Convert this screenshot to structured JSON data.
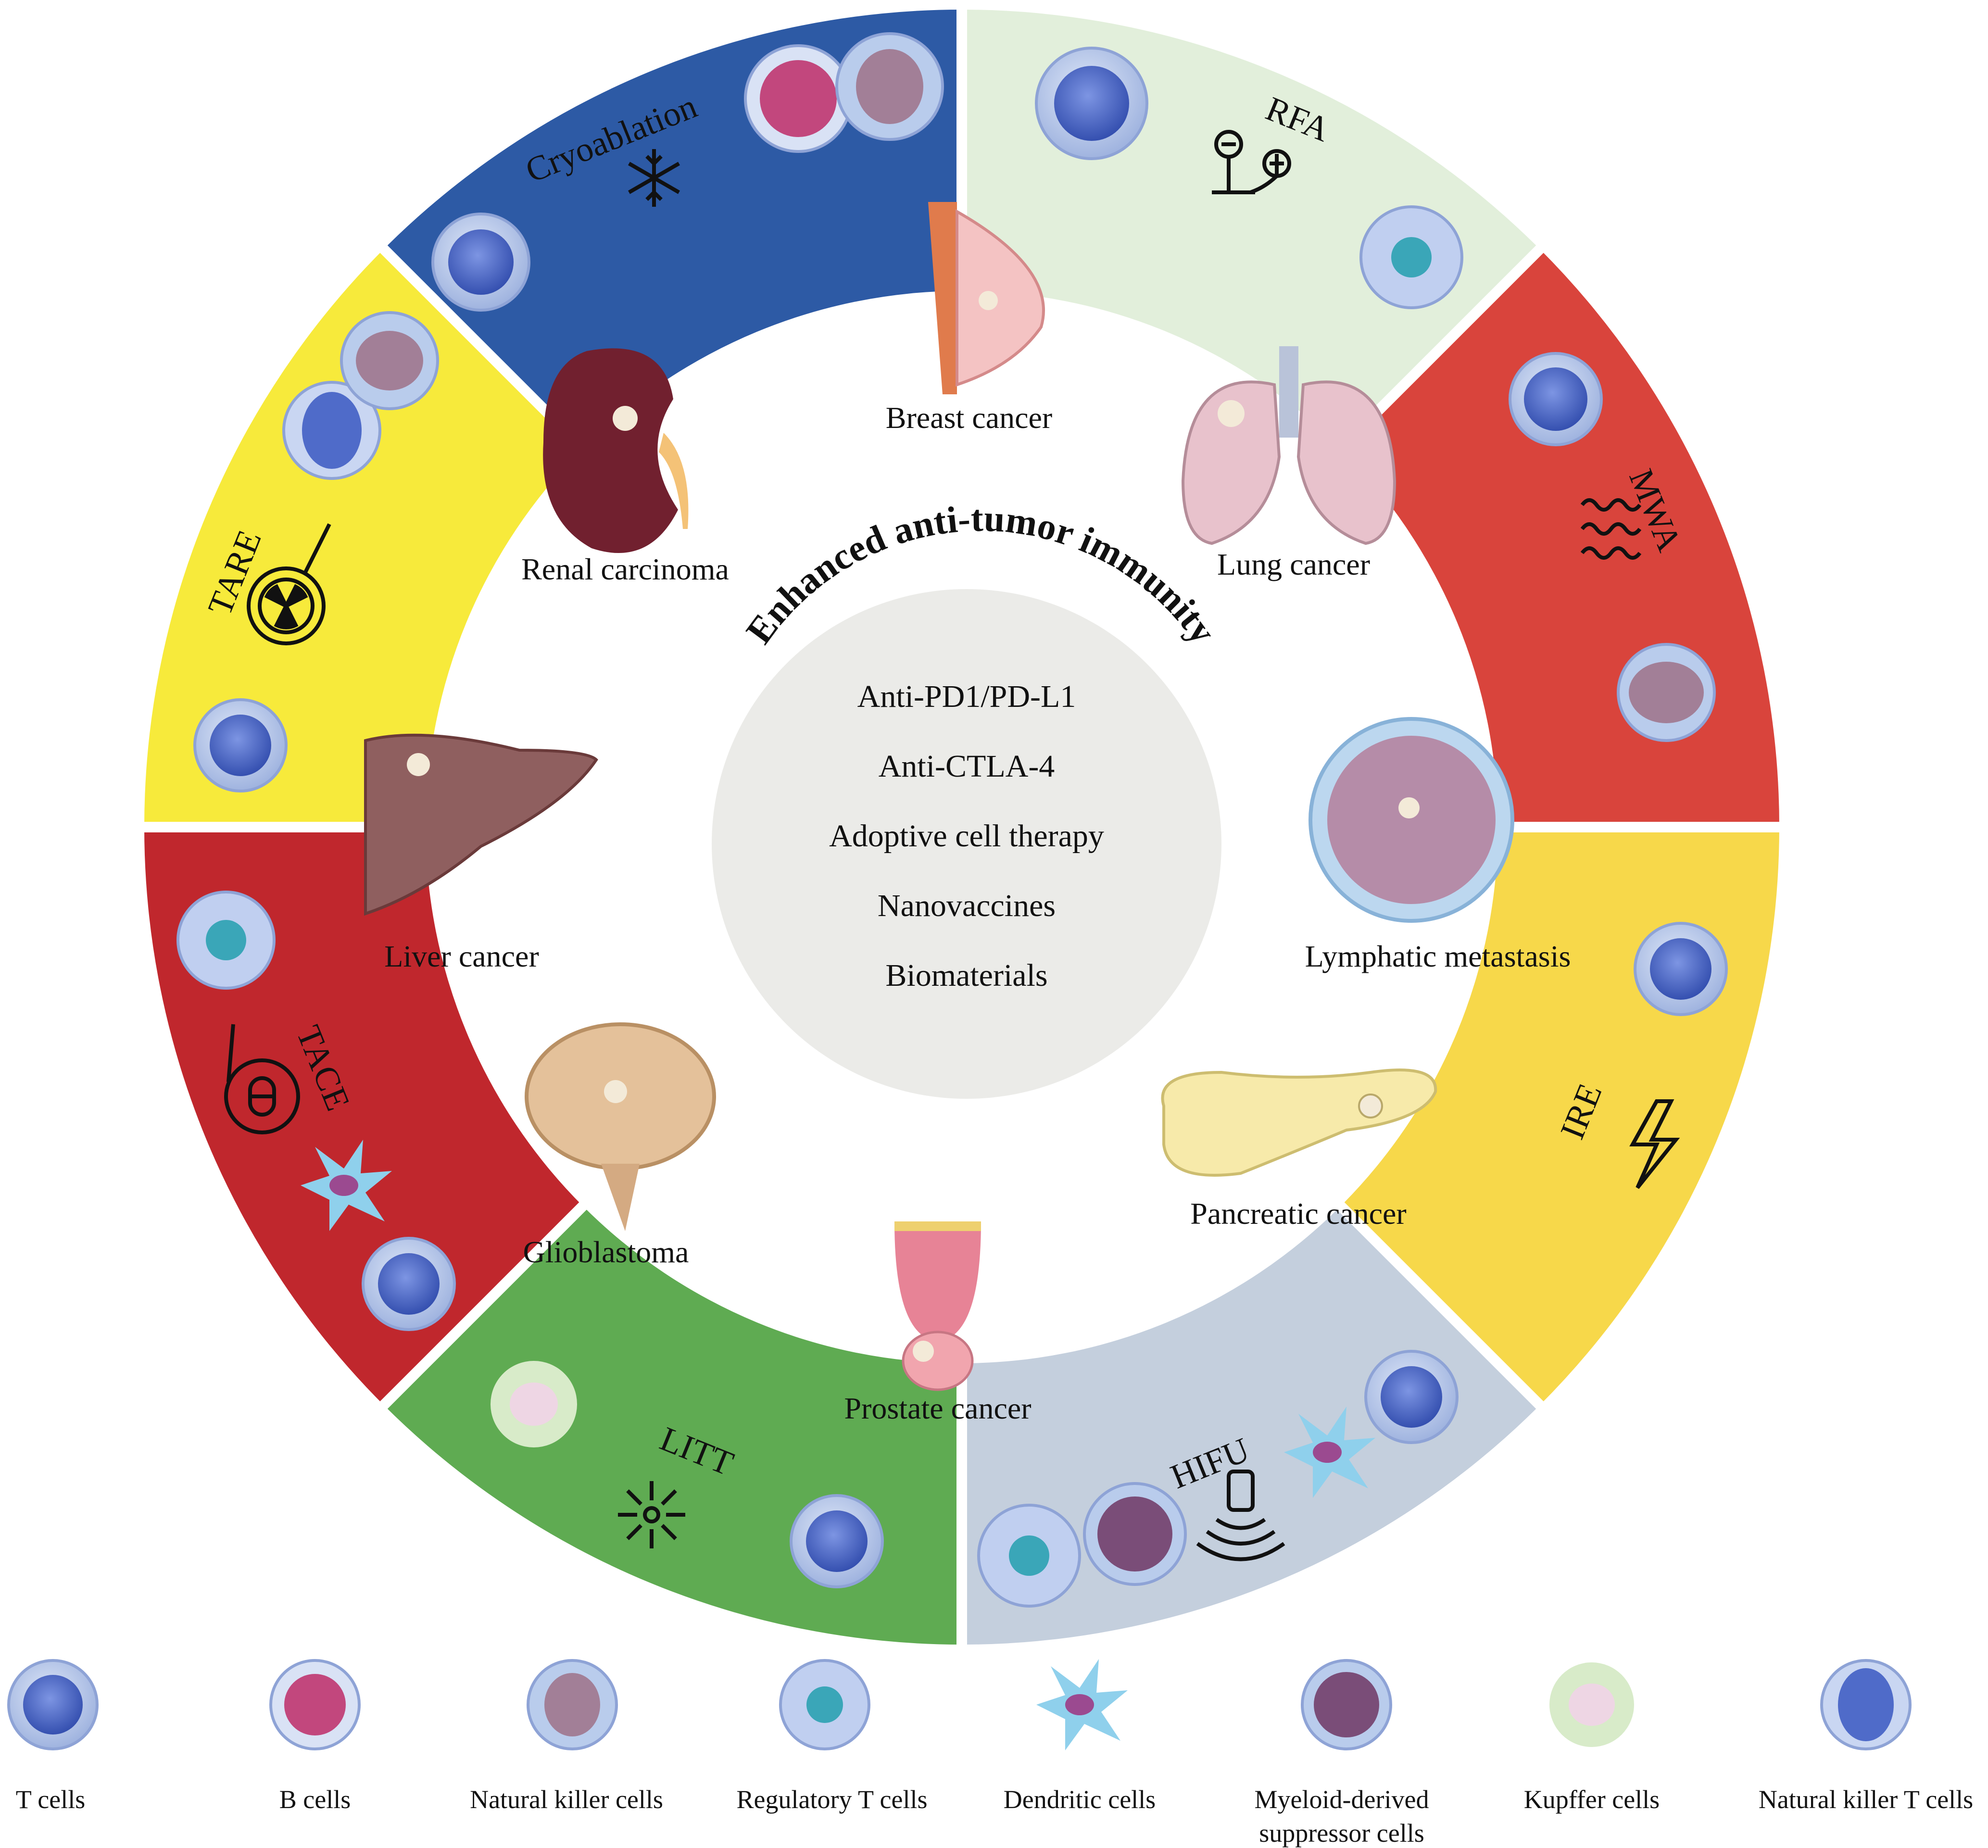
{
  "center": {
    "title": "Enhanced anti-tumor immunity",
    "therapies": [
      "Anti-PD1/PD-L1",
      "Anti-CTLA-4",
      "Adoptive cell therapy",
      "Nanovaccines",
      "Biomaterials"
    ]
  },
  "segments": [
    {
      "id": "rfa",
      "label": "RFA",
      "color": "#e2efdb",
      "icon": "circuit-icon"
    },
    {
      "id": "mwa",
      "label": "MWA",
      "color": "#d9443c",
      "icon": "wave-icon"
    },
    {
      "id": "ire",
      "label": "IRE",
      "color": "#f7d84a",
      "icon": "lightning-icon"
    },
    {
      "id": "hifu",
      "label": "HIFU",
      "color": "#c4cfdd",
      "icon": "ultrasound-probe-icon"
    },
    {
      "id": "litt",
      "label": "LITT",
      "color": "#5fab52",
      "icon": "laser-icon"
    },
    {
      "id": "tace",
      "label": "TACE",
      "color": "#c0272d",
      "icon": "catheter-icon"
    },
    {
      "id": "tare",
      "label": "TARE",
      "color": "#f7ea3b",
      "icon": "radiation-icon"
    },
    {
      "id": "cryo",
      "label": "Cryoablation",
      "color": "#2d5aa5",
      "icon": "snowflake-icon"
    }
  ],
  "organs": [
    {
      "id": "breast",
      "label": "Breast cancer"
    },
    {
      "id": "lung",
      "label": "Lung cancer"
    },
    {
      "id": "lymph",
      "label": "Lymphatic metastasis"
    },
    {
      "id": "pancreas",
      "label": "Pancreatic cancer"
    },
    {
      "id": "prostate",
      "label": "Prostate cancer"
    },
    {
      "id": "brain",
      "label": "Glioblastoma"
    },
    {
      "id": "liver",
      "label": "Liver cancer"
    },
    {
      "id": "kidney",
      "label": "Renal carcinoma"
    }
  ],
  "legend": [
    {
      "type": "t",
      "label": "T cells"
    },
    {
      "type": "b",
      "label": "B cells"
    },
    {
      "type": "nk",
      "label": "Natural killer cells"
    },
    {
      "type": "treg",
      "label": "Regulatory T cells"
    },
    {
      "type": "dc",
      "label": "Dendritic cells"
    },
    {
      "type": "mdsc",
      "label": "Myeloid-derived suppressor cells",
      "lines": [
        "Myeloid-derived",
        "suppressor cells"
      ]
    },
    {
      "type": "kupffer",
      "label": "Kupffer cells"
    },
    {
      "type": "nkt",
      "label": "Natural killer T cells"
    }
  ],
  "colors": {
    "t_cell_nucleus": "#4f6bc9",
    "t_cell_membrane": "#b9c9ec",
    "b_cell_nucleus": "#c2477d",
    "nk_nucleus": "#a27f97",
    "treg_nucleus": "#3aa6b8",
    "dc": "#8fd0ec",
    "mdsc": "#7a4d78",
    "kupffer": "#d8ebc9",
    "center_disc": "#ebebe8"
  }
}
